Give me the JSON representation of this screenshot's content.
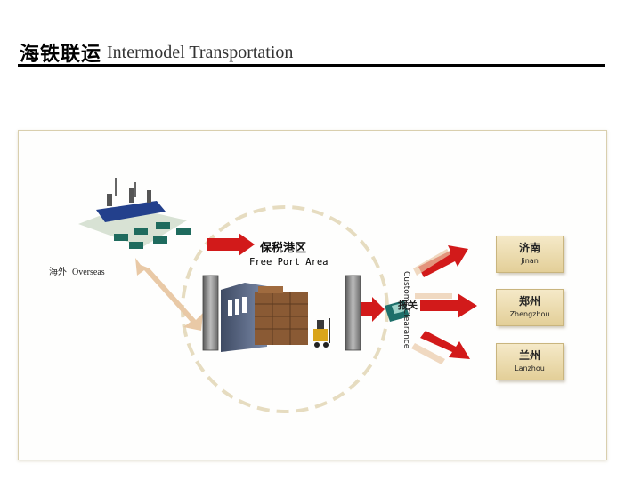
{
  "header": {
    "title_cn": "海铁联运",
    "title_en": "Intermodel Transportation"
  },
  "diagram": {
    "overseas_cn": "海外",
    "overseas_en": "Overseas",
    "free_port_cn": "保税港区",
    "free_port_en": "Free Port Area",
    "customs_en": "Customs Clearance",
    "customs_cn": "报关",
    "cities": [
      {
        "cn": "济南",
        "en": "Jinan"
      },
      {
        "cn": "郑州",
        "en": "Zhengzhou"
      },
      {
        "cn": "兰州",
        "en": "Lanzhou"
      }
    ]
  },
  "colors": {
    "arrow_red": "#d21a1a",
    "arrow_tan": "#e9c9a6",
    "circle_dash": "#e6dcc0",
    "city_box": "#eddcaa"
  }
}
